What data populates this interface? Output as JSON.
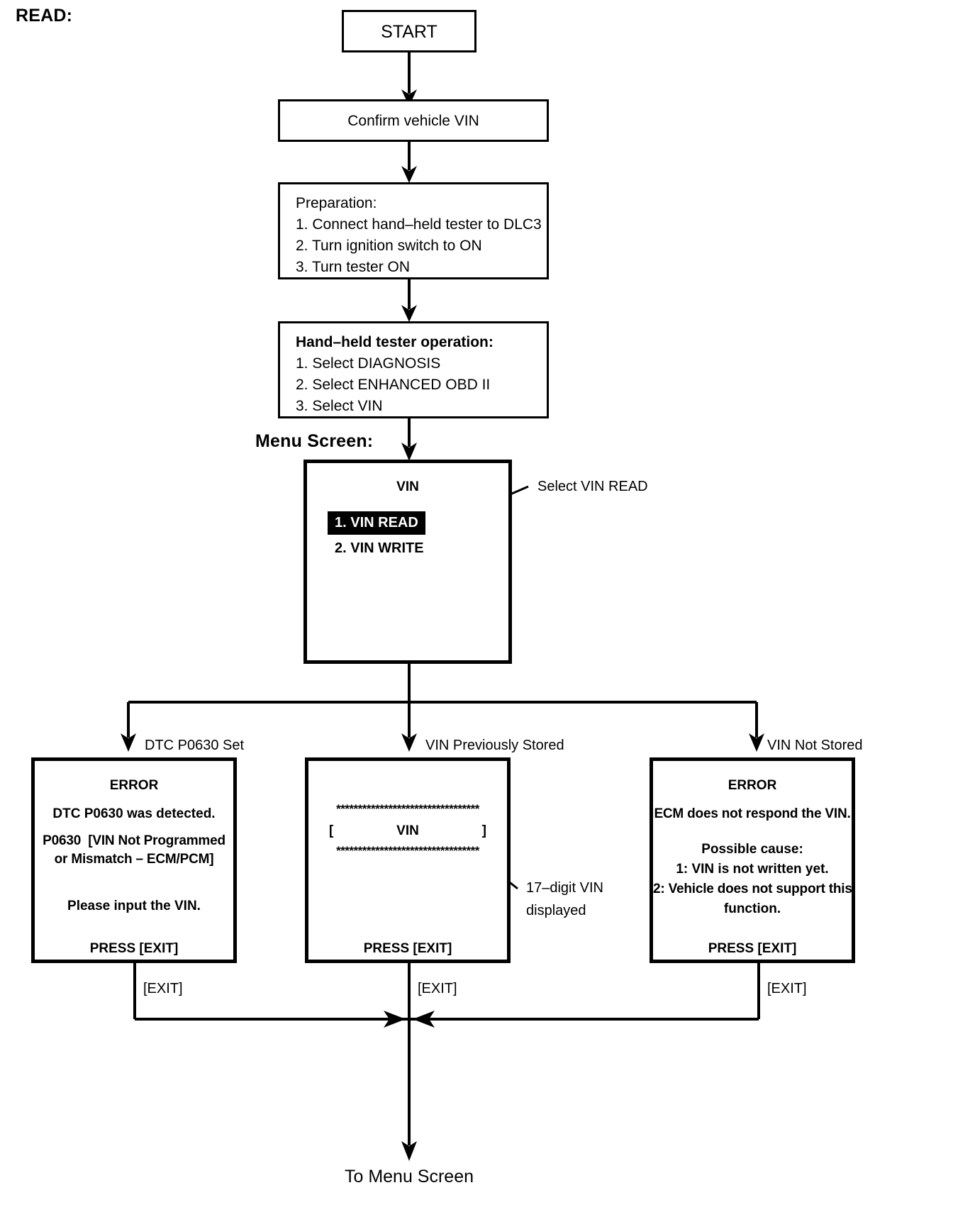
{
  "page": {
    "title": "READ:",
    "menu_screen_label": "Menu Screen:",
    "footer": "To Menu Screen"
  },
  "nodes": {
    "start": {
      "label": "START"
    },
    "confirm_vin": {
      "label": "Confirm vehicle VIN"
    },
    "preparation": {
      "title": "Preparation:",
      "steps": [
        "1. Connect hand–held tester to DLC3",
        "2. Turn ignition switch to ON",
        "3. Turn tester ON"
      ]
    },
    "tester_operation": {
      "title": "Hand–held tester operation:",
      "steps": [
        "1. Select DIAGNOSIS",
        "2. Select ENHANCED OBD II",
        "3. Select VIN"
      ]
    },
    "menu_screen": {
      "title": "VIN",
      "items": [
        {
          "label": "1. VIN READ",
          "selected": true
        },
        {
          "label": "2. VIN WRITE",
          "selected": false
        }
      ],
      "callout": "Select VIN READ"
    }
  },
  "branches": [
    {
      "label": "DTC P0630 Set"
    },
    {
      "label": "VIN Previously Stored"
    },
    {
      "label": "VIN Not Stored"
    }
  ],
  "screens": {
    "error_dtc": {
      "title": "ERROR",
      "lines": [
        "DTC P0630 was detected.",
        "P0630  [VIN Not Programmed",
        "or Mismatch – ECM/PCM]",
        "Please input the VIN."
      ],
      "press": "PRESS [EXIT]"
    },
    "vin_stored": {
      "stars": "*********************************",
      "bracket_open": "[",
      "vin_text": "VIN",
      "bracket_close": "]",
      "press": "PRESS [EXIT]",
      "callout_line1": "17–digit VIN",
      "callout_line2": "displayed"
    },
    "error_no_vin": {
      "title": "ERROR",
      "lines": [
        "ECM does not respond the VIN.",
        "Possible cause:",
        "1: VIN is not written yet.",
        "2: Vehicle does not support this",
        "function."
      ],
      "press": "PRESS [EXIT]"
    }
  },
  "exit_tags": [
    {
      "label": "[EXIT]"
    },
    {
      "label": "[EXIT]"
    },
    {
      "label": "[EXIT]"
    }
  ],
  "colors": {
    "stroke": "#000000",
    "background": "#ffffff",
    "highlight_bg": "#000000",
    "highlight_fg": "#ffffff"
  }
}
